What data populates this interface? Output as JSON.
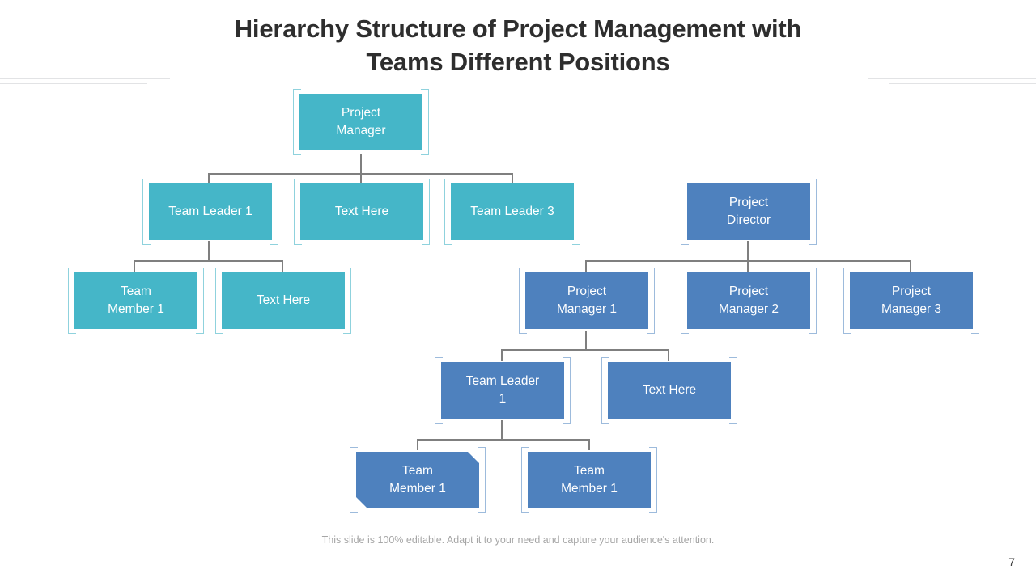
{
  "slide": {
    "title_line1": "Hierarchy Structure of Project Management with",
    "title_line2": "Teams Different Positions",
    "footer_note": "This slide is 100% editable. Adapt it to your need and capture your audience's attention.",
    "page_number": "7"
  },
  "colors": {
    "teal": "#45b6c8",
    "teal_bracket": "#8fd2dd",
    "blue": "#4e81be",
    "blue_bracket": "#9dbbdc",
    "connector": "#7f7f7f",
    "title_text": "#2e2e2e",
    "footer_text": "#a6a6a6",
    "divider": "#e2e3e5",
    "background": "#ffffff"
  },
  "chart_data": {
    "type": "diagram",
    "subtype": "organization-hierarchy",
    "title": "Hierarchy Structure of Project Management with Teams Different Positions",
    "trees": [
      {
        "name": "left-teal-tree",
        "accent": "#45b6c8",
        "root": "Project Manager",
        "levels": [
          [
            "Project Manager"
          ],
          [
            "Team Leader 1",
            "Text Here",
            "Team Leader 3"
          ],
          [
            "Team Member 1",
            "Text Here"
          ]
        ],
        "edges": [
          [
            "Project Manager",
            "Team Leader 1"
          ],
          [
            "Project Manager",
            "Text Here"
          ],
          [
            "Project Manager",
            "Team Leader 3"
          ],
          [
            "Team Leader 1",
            "Team Member 1"
          ],
          [
            "Team Leader 1",
            "Text Here"
          ]
        ]
      },
      {
        "name": "right-blue-tree",
        "accent": "#4e81be",
        "root": "Project Director",
        "levels": [
          [
            "Project Director"
          ],
          [
            "Project Manager 1",
            "Project Manager 2",
            "Project Manager 3"
          ],
          [
            "Team Leader 1",
            "Text Here"
          ],
          [
            "Team Member 1",
            "Team Member 1"
          ]
        ],
        "edges": [
          [
            "Project Director",
            "Project Manager 1"
          ],
          [
            "Project Director",
            "Project Manager 2"
          ],
          [
            "Project Director",
            "Project Manager 3"
          ],
          [
            "Project Manager 1",
            "Team Leader 1"
          ],
          [
            "Project Manager 1",
            "Text Here"
          ],
          [
            "Team Leader 1",
            "Team Member 1"
          ],
          [
            "Team Leader 1",
            "Team Member 1"
          ]
        ]
      }
    ]
  },
  "nodes": {
    "teal_project_manager": "Project\nManager",
    "teal_team_leader_1": "Team Leader 1",
    "teal_text_here_top": "Text Here",
    "teal_team_leader_3": "Team Leader 3",
    "teal_team_member_1": "Team\nMember 1",
    "teal_text_here_bottom": "Text Here",
    "blue_project_director": "Project\nDirector",
    "blue_project_manager_1": "Project\nManager 1",
    "blue_project_manager_2": "Project\nManager 2",
    "blue_project_manager_3": "Project\nManager 3",
    "blue_team_leader_1": "Team Leader\n1",
    "blue_text_here": "Text Here",
    "blue_team_member_1a": "Team\nMember 1",
    "blue_team_member_1b": "Team\nMember 1"
  }
}
